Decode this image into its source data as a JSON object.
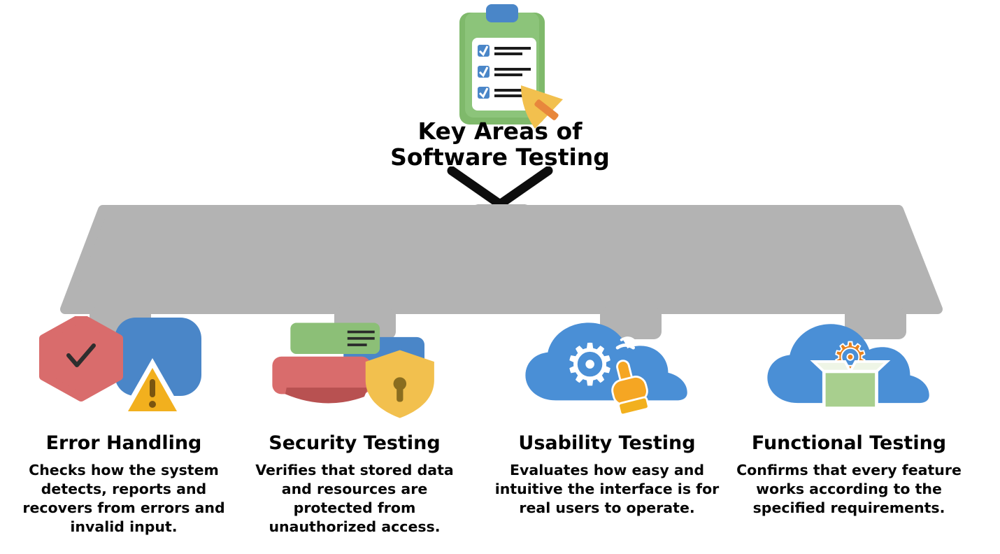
{
  "diagram": {
    "root": {
      "icon": "checklist-clipboard-icon",
      "title_line1": "Key Areas of",
      "title_line2": "Software Testing"
    },
    "colors": {
      "connector_gray": "#b3b3b3",
      "blue": "#4a86c8",
      "cloud_blue": "#4a8fd6",
      "green": "#7fb96b",
      "red": "#d96c6c",
      "yellow": "#f2c04e",
      "orange": "#f5a623",
      "text": "#000000"
    },
    "nodes": [
      {
        "icon": "warning-alerts-icon",
        "heading": "Error Handling",
        "description": "Checks how the system detects, reports and recovers from errors and invalid input."
      },
      {
        "icon": "data-security-icon",
        "heading": "Security Testing",
        "description": "Verifies that stored data and resources are protected from unauthorized access."
      },
      {
        "icon": "user-interaction-icon",
        "heading": "Usability Testing",
        "description": "Evaluates how easy and intuitive the interface is for real users to operate."
      },
      {
        "icon": "automated-process-icon",
        "heading": "Functional Testing",
        "description": "Confirms that every feature works according to the specified requirements."
      }
    ]
  }
}
